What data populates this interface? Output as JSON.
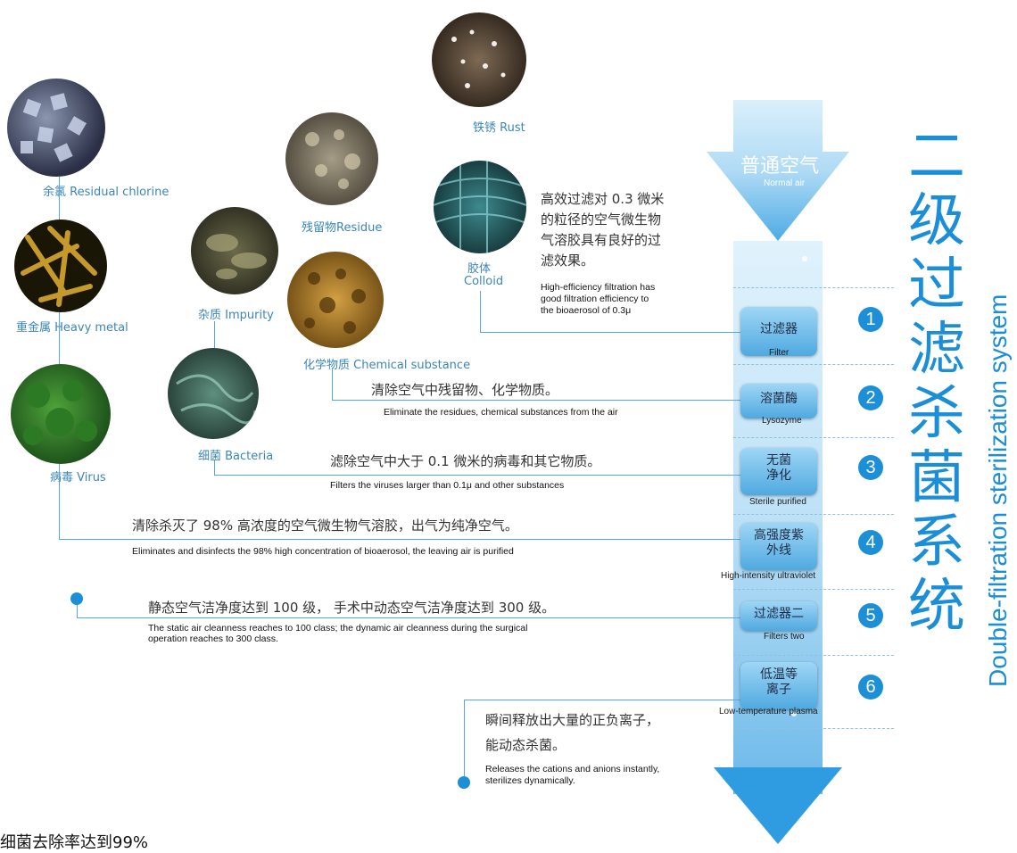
{
  "title": {
    "chinese": "二级过滤杀菌系统",
    "english": "Double-filtration sterilization system"
  },
  "arrow": {
    "top_cn": "普通空气",
    "top_en": "Normal air"
  },
  "pollutants": [
    {
      "label": "余氯 Residual chlorine",
      "icon": "residual-chlorine-image"
    },
    {
      "label": "重金属 Heavy metal",
      "icon": "heavy-metal-image"
    },
    {
      "label": "病毒 Virus",
      "icon": "virus-image"
    },
    {
      "label": "杂质 Impurity",
      "icon": "impurity-image"
    },
    {
      "label": "细菌 Bacteria",
      "icon": "bacteria-image"
    },
    {
      "label": "残留物Residue",
      "icon": "residue-image"
    },
    {
      "label": "化学物质 Chemical substance",
      "icon": "chemical-substance-image"
    },
    {
      "label": "铁锈 Rust",
      "icon": "rust-image"
    },
    {
      "label": "胶体",
      "label2": "Colloid",
      "icon": "colloid-image"
    }
  ],
  "stages": [
    {
      "num": "1",
      "cn": "过滤器",
      "en": "Filter"
    },
    {
      "num": "2",
      "cn": "溶菌酶",
      "en": "Lysozyme"
    },
    {
      "num": "3",
      "cn": "无菌\n净化",
      "en": "Sterile purified"
    },
    {
      "num": "4",
      "cn": "高强度紫\n外线",
      "en": "High-intensity ultraviolet"
    },
    {
      "num": "5",
      "cn": "过滤器二",
      "en": "Filters two"
    },
    {
      "num": "6",
      "cn": "低温等\n离子",
      "en": "Low-temperature plasma"
    }
  ],
  "descriptions": {
    "d1_cn": "高效过滤对 0.3 微米\n的粒径的空气微生物\n气溶胶具有良好的过\n滤效果。",
    "d1_en": "High-efficiency filtration has\ngood filtration efficiency to\nthe bioaerosol of 0.3μ",
    "d2_cn": "清除空气中残留物、化学物质。",
    "d2_en": "Eliminate the residues, chemical substances from the air",
    "d3_cn": "滤除空气中大于 0.1 微米的病毒和其它物质。",
    "d3_en": "Filters the viruses larger than 0.1μ and other substances",
    "d4_cn": "清除杀灭了 98% 高浓度的空气微生物气溶胶，出气为纯净空气。",
    "d4_en": "Eliminates and disinfects the 98% high concentration of bioaerosol, the leaving air is purified",
    "d5_cn": "静态空气洁净度达到 100 级，  手术中动态空气洁净度达到 300 级。",
    "d5_en": "The static air cleanness reaches to 100 class; the dynamic air cleanness during the surgical\noperation reaches to 300 class.",
    "d6_cn1": "瞬间释放出大量的正负离子，",
    "d6_cn2": "能动态杀菌。",
    "d6_en": "Releases the cations and anions instantly,\nsterilizes dynamically."
  },
  "footer": "细菌去除率达到99%",
  "colors": {
    "accent": "#1b8ed8",
    "line": "#5aa6d6"
  }
}
